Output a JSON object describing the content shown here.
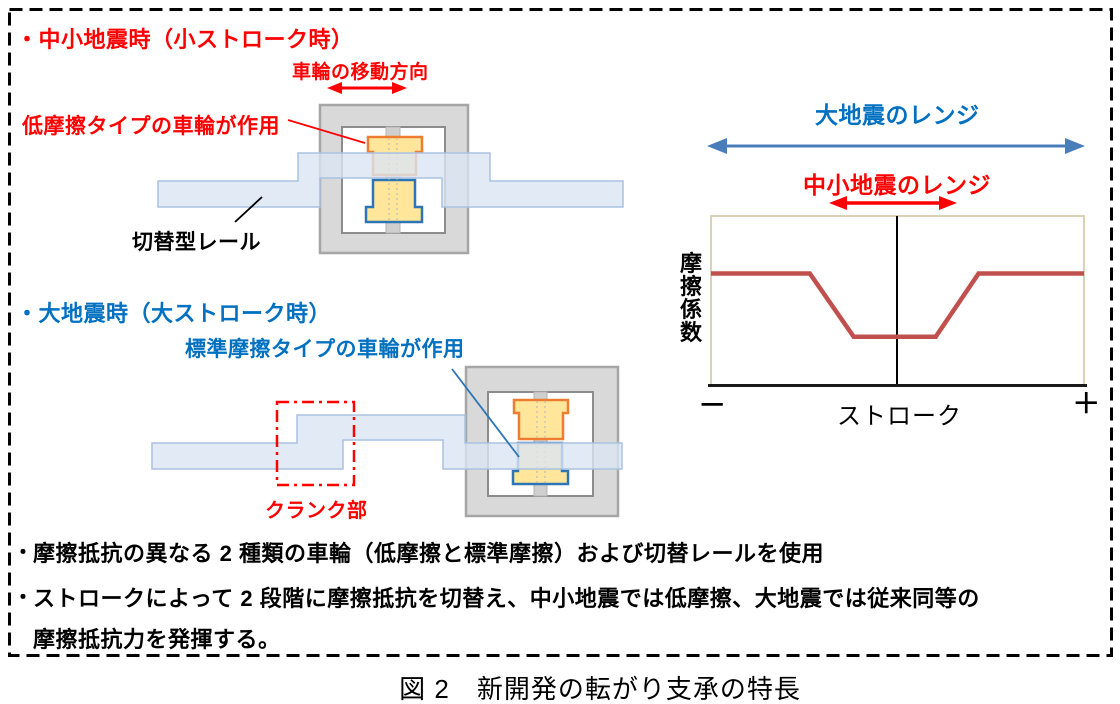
{
  "panel": {
    "small_quake": {
      "title": "・中小地震時（小ストローク時）",
      "wheel_direction_label": "車輪の移動方向",
      "low_friction_label": "低摩擦タイプの車輪が作用",
      "rail_label": "切替型レール"
    },
    "large_quake": {
      "title": "・大地震時（大ストローク時）",
      "std_friction_label": "標準摩擦タイプの車輪が作用",
      "crank_label": "クランク部"
    },
    "notes": {
      "bullet": "・",
      "line1": "摩擦抵抗の異なる 2 種類の車輪（低摩擦と標準摩擦）および切替レールを使用",
      "line2": "ストロークによって 2 段階に摩擦抵抗を切替え、中小地震では低摩擦、大地震では従来同等の",
      "line3": "摩擦抵抗力を発揮する。"
    },
    "caption": "図 2　新開発の転がり支承の特長",
    "colors": {
      "red_accent": "#FF0000",
      "blue_accent": "#0070C0",
      "range_arrow_blue": "#4A7EBB",
      "rail_fill": "#DAE3F3",
      "rail_border": "#A9C2E1",
      "wheel_fill": "#FFE69B",
      "wheel_low_friction_border": "#ED7D31",
      "wheel_std_friction_border": "#2E75B6",
      "frame_fill": "#D9D9D9",
      "frame_border": "#A6A6A6",
      "plot_border": "#D9D2B4"
    }
  },
  "chart_data": {
    "type": "line",
    "title": "",
    "xlabel": "ストローク",
    "ylabel": "摩擦係数",
    "x_range_symbols": [
      "−",
      "+"
    ],
    "x_axis": {
      "min": -1,
      "max": 1
    },
    "y_axis": {
      "min": 0,
      "max": 1
    },
    "grid": false,
    "legend": false,
    "annotations": [
      {
        "label": "大地震のレンジ",
        "x_span": [
          -1.0,
          1.0
        ],
        "color": "#0070C0"
      },
      {
        "label": "中小地震のレンジ",
        "x_span": [
          -0.34,
          0.3
        ],
        "color": "#FF0000"
      }
    ],
    "series": [
      {
        "name": "摩擦係数",
        "color": "#C0504D",
        "points": [
          {
            "x": -1.0,
            "y": 0.66
          },
          {
            "x": -0.47,
            "y": 0.66
          },
          {
            "x": -0.235,
            "y": 0.285
          },
          {
            "x": 0.205,
            "y": 0.285
          },
          {
            "x": 0.435,
            "y": 0.66
          },
          {
            "x": 1.0,
            "y": 0.66
          }
        ]
      }
    ]
  }
}
